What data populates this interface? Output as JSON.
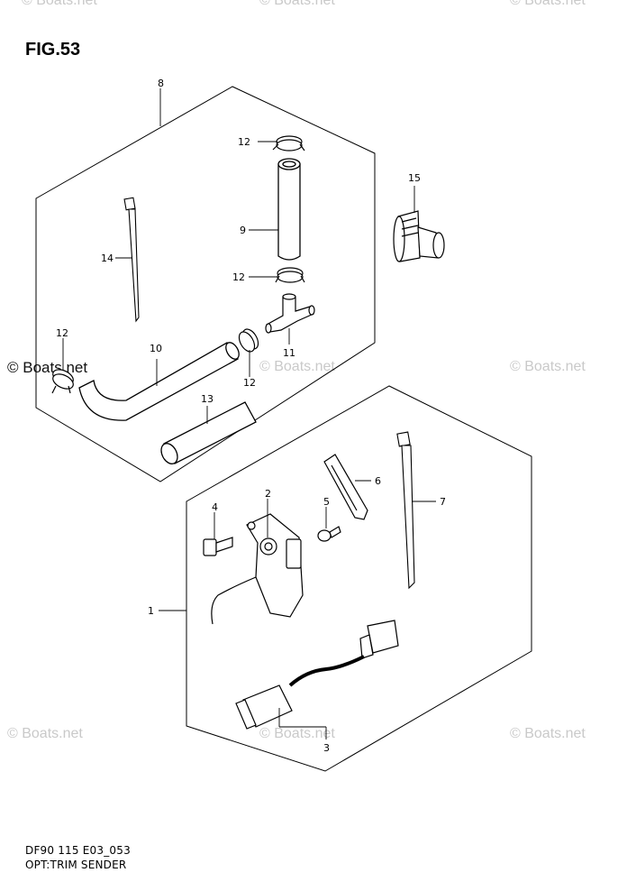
{
  "figure": {
    "title": "FIG.53"
  },
  "watermarks": {
    "text_main": "© Boats.net",
    "text_faint": "© Boats.net"
  },
  "callouts": [
    "8",
    "12",
    "9",
    "12",
    "11",
    "10",
    "12",
    "12",
    "13",
    "14",
    "15",
    "2",
    "4",
    "5",
    "6",
    "7",
    "1",
    "3"
  ],
  "footer": {
    "code": "DF90 115 E03_053",
    "name": "OPT:TRIM SENDER"
  }
}
